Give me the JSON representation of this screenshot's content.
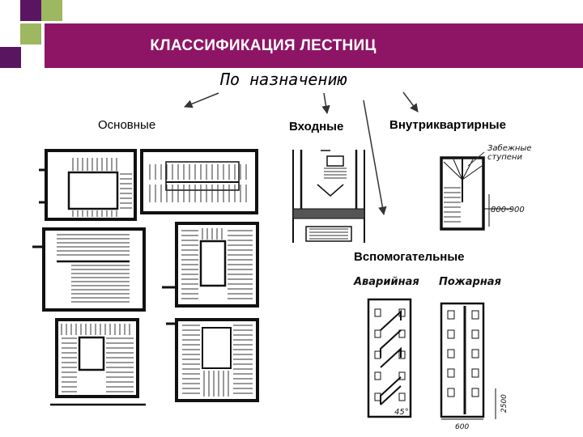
{
  "colors": {
    "accent": "#8e1565",
    "square_dark": "#5a1560",
    "square_light": "#9db860"
  },
  "header": {
    "title": "КЛАССИФИКАЦИЯ ЛЕСТНИЦ"
  },
  "diagram": {
    "subtitle": "По назначению",
    "categories": {
      "main": "Основные",
      "entry": "Входные",
      "inner": "Внутриквартирные",
      "auxiliary": "Вспомогательные"
    },
    "annotations": {
      "winder_line1": "Забежные",
      "winder_line2": "ступени",
      "width_range": "800-900",
      "emergency": "Аварийная",
      "fire": "Пожарная",
      "angle": "45°",
      "fire_width": "600",
      "fire_height": "2500"
    }
  }
}
